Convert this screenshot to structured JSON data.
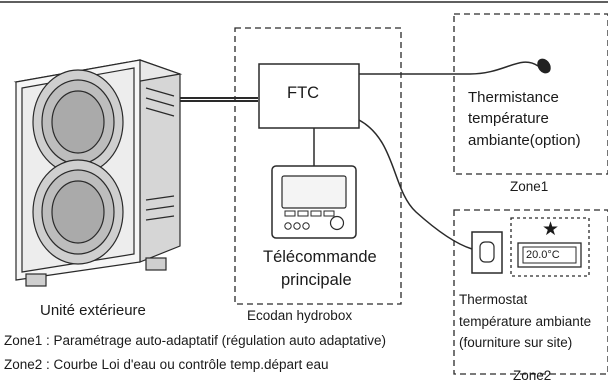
{
  "outdoor_unit": {
    "label": "Unité extérieure"
  },
  "hydrobox": {
    "label": "Ecodan hydrobox",
    "ftc_label": "FTC",
    "controller_label_line1": "Télécommande",
    "controller_label_line2": "principale"
  },
  "zone1": {
    "label": "Zone1",
    "sensor_line1": "Thermistance",
    "sensor_line2": "température",
    "sensor_line3": "ambiante(option)"
  },
  "zone2": {
    "label": "Zone2",
    "display_value": "20.0°C",
    "star_symbol": "★",
    "thermostat_line1": "Thermostat",
    "thermostat_line2": "température ambiante",
    "thermostat_line3": "(fourniture sur site)"
  },
  "notes": [
    "Zone1 : Paramétrage auto-adaptatif (régulation auto adaptative)",
    "Zone2 : Courbe Loi d'eau ou contrôle temp.départ eau"
  ]
}
